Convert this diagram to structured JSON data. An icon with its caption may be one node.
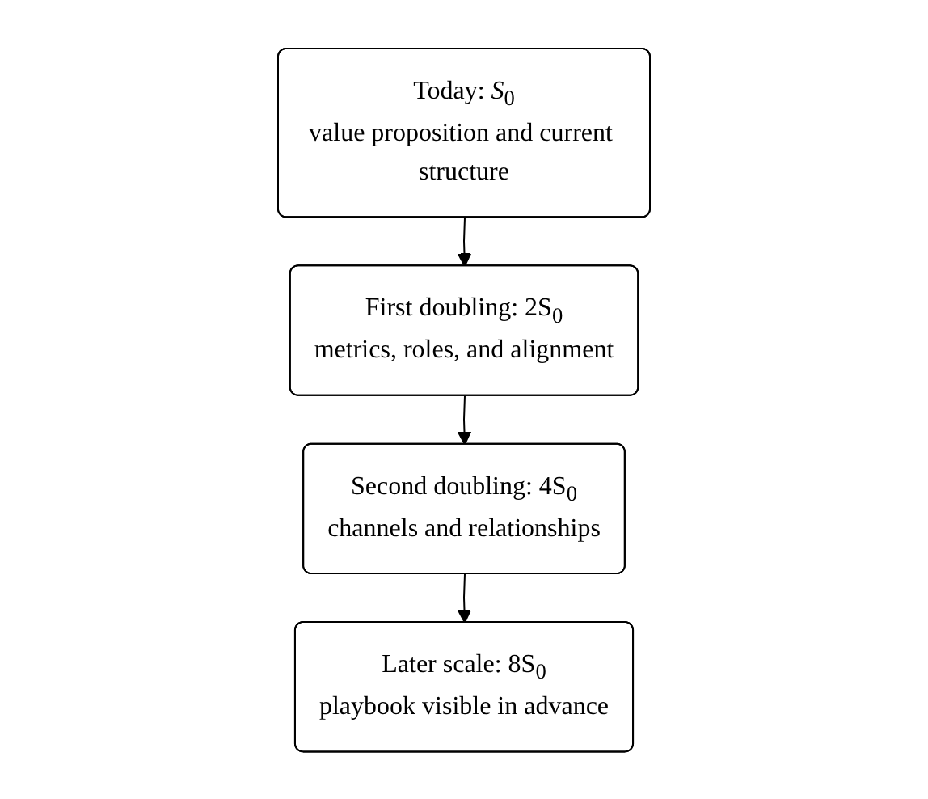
{
  "diagram": {
    "nodes": [
      {
        "text": [
          "Today: *S*$_{0}$",
          "value proposition and current structure"
        ]
      },
      {
        "text": [
          "First doubling: 2S$_{0}$",
          "metrics, roles, and alignment"
        ]
      },
      {
        "text": [
          "Second doubling: 4S$_{0}$",
          "channels and relationships"
        ]
      },
      {
        "text": [
          "Later scale: 8S$_{0}$",
          "playbook visible in advance"
        ]
      }
    ],
    "edges": [
      {
        "from": 0,
        "to": 1,
        "arrow": "to"
      },
      {
        "from": 1,
        "to": 2,
        "arrow": "to"
      },
      {
        "from": 2,
        "to": 3,
        "arrow": "to"
      }
    ]
  }
}
